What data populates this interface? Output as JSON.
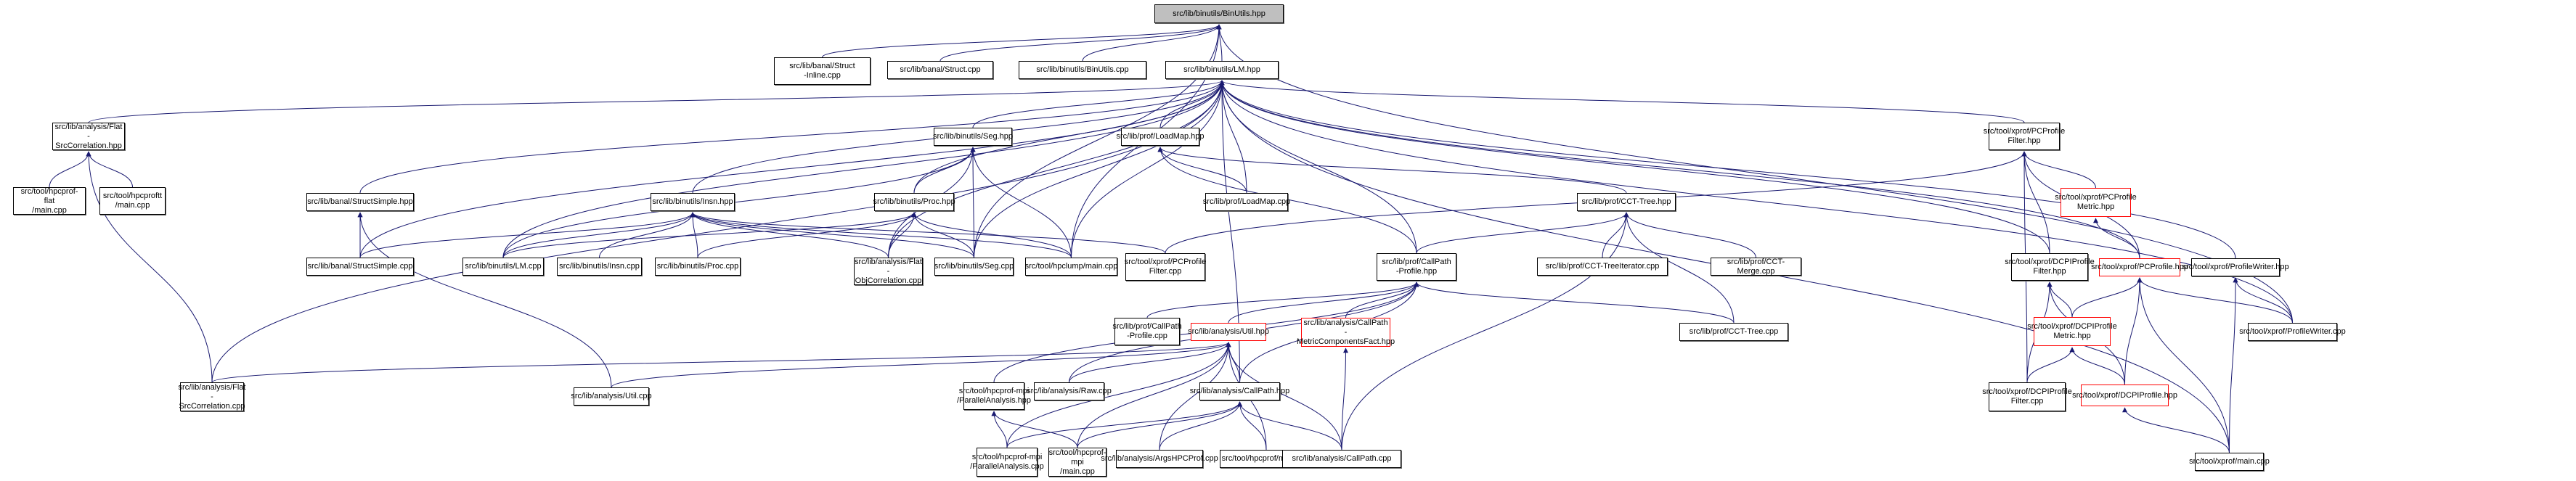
{
  "title": "Include dependency graph: src/lib/binutils/BinUtils.hpp",
  "colors": {
    "edge": "#191970",
    "red_border": "#ff0000",
    "root_fill": "#bfbfbf"
  },
  "nodes": [
    {
      "id": "binutils_hpp",
      "label": "src/lib/binutils/BinUtils.hpp",
      "style": "root"
    },
    {
      "id": "struct_inline",
      "label": "src/lib/banal/Struct\n-Inline.cpp"
    },
    {
      "id": "struct_cpp",
      "label": "src/lib/banal/Struct.cpp"
    },
    {
      "id": "binutils_cpp",
      "label": "src/lib/binutils/BinUtils.cpp"
    },
    {
      "id": "lm_hpp",
      "label": "src/lib/binutils/LM.hpp"
    },
    {
      "id": "flat_src_hpp",
      "label": "src/lib/analysis/Flat\n-SrcCorrelation.hpp"
    },
    {
      "id": "seg_hpp",
      "label": "src/lib/binutils/Seg.hpp"
    },
    {
      "id": "loadmap_hpp",
      "label": "src/lib/prof/LoadMap.hpp"
    },
    {
      "id": "pcpf_hpp",
      "label": "src/tool/xprof/PCProfile\nFilter.hpp"
    },
    {
      "id": "hpcprof_flat",
      "label": "src/tool/hpcprof-flat\n/main.cpp"
    },
    {
      "id": "hpcproftt",
      "label": "src/tool/hpcproftt\n/main.cpp"
    },
    {
      "id": "structsimple_hpp",
      "label": "src/lib/banal/StructSimple.hpp"
    },
    {
      "id": "insn_hpp",
      "label": "src/lib/binutils/Insn.hpp"
    },
    {
      "id": "proc_hpp",
      "label": "src/lib/binutils/Proc.hpp"
    },
    {
      "id": "loadmap_cpp",
      "label": "src/lib/prof/LoadMap.cpp"
    },
    {
      "id": "cct_tree_hpp",
      "label": "src/lib/prof/CCT-Tree.hpp"
    },
    {
      "id": "pcpmetric_hpp",
      "label": "src/tool/xprof/PCProfile\nMetric.hpp",
      "style": "red"
    },
    {
      "id": "structsimple_cpp",
      "label": "src/lib/banal/StructSimple.cpp"
    },
    {
      "id": "lm_cpp",
      "label": "src/lib/binutils/LM.cpp"
    },
    {
      "id": "insn_cpp",
      "label": "src/lib/binutils/Insn.cpp"
    },
    {
      "id": "proc_cpp",
      "label": "src/lib/binutils/Proc.cpp"
    },
    {
      "id": "flat_obj_cpp",
      "label": "src/lib/analysis/Flat\n-ObjCorrelation.cpp"
    },
    {
      "id": "seg_cpp",
      "label": "src/lib/binutils/Seg.cpp"
    },
    {
      "id": "hpclump_main",
      "label": "src/tool/hpclump/main.cpp"
    },
    {
      "id": "pcpf_cpp",
      "label": "src/tool/xprof/PCProfile\nFilter.cpp"
    },
    {
      "id": "callpath_profile_hpp",
      "label": "src/lib/prof/CallPath\n-Profile.hpp"
    },
    {
      "id": "cct_treeiter",
      "label": "src/lib/prof/CCT-TreeIterator.cpp"
    },
    {
      "id": "cct_merge",
      "label": "src/lib/prof/CCT-Merge.cpp"
    },
    {
      "id": "dcpi_filter_hpp",
      "label": "src/tool/xprof/DCPIProfile\nFilter.hpp"
    },
    {
      "id": "pcprofile_hpp",
      "label": "src/tool/xprof/PCProfile.hpp",
      "style": "red"
    },
    {
      "id": "profilewriter_hpp",
      "label": "src/tool/xprof/ProfileWriter.hpp"
    },
    {
      "id": "callpath_profile_cpp",
      "label": "src/lib/prof/CallPath\n-Profile.cpp"
    },
    {
      "id": "util_hpp",
      "label": "src/lib/analysis/Util.hpp",
      "style": "red"
    },
    {
      "id": "cpmcf_hpp",
      "label": "src/lib/analysis/CallPath\n-MetricComponentsFact.hpp",
      "style": "red"
    },
    {
      "id": "cct_tree_cpp",
      "label": "src/lib/prof/CCT-Tree.cpp"
    },
    {
      "id": "dcpi_metric_hpp",
      "label": "src/tool/xprof/DCPIProfile\nMetric.hpp",
      "style": "red"
    },
    {
      "id": "profilewriter_cpp",
      "label": "src/tool/xprof/ProfileWriter.cpp"
    },
    {
      "id": "flat_src_cpp",
      "label": "src/lib/analysis/Flat\n-SrcCorrelation.cpp"
    },
    {
      "id": "util_cpp",
      "label": "src/lib/analysis/Util.cpp"
    },
    {
      "id": "parallel_hpp",
      "label": "src/tool/hpcprof-mpi\n/ParallelAnalysis.hpp"
    },
    {
      "id": "raw_cpp",
      "label": "src/lib/analysis/Raw.cpp"
    },
    {
      "id": "callpath_hpp",
      "label": "src/lib/analysis/CallPath.hpp"
    },
    {
      "id": "dcpi_filter_cpp",
      "label": "src/tool/xprof/DCPIProfile\nFilter.cpp"
    },
    {
      "id": "dcpiprofile_hpp",
      "label": "src/tool/xprof/DCPIProfile.hpp",
      "style": "red"
    },
    {
      "id": "parallel_cpp",
      "label": "src/tool/hpcprof-mpi\n/ParallelAnalysis.cpp"
    },
    {
      "id": "mpi_main",
      "label": "src/tool/hpcprof-mpi\n/main.cpp"
    },
    {
      "id": "argshpcprof",
      "label": "src/lib/analysis/ArgsHPCProf.cpp"
    },
    {
      "id": "hpcprof_main",
      "label": "src/tool/hpcprof/main.cpp"
    },
    {
      "id": "callpath_cpp",
      "label": "src/lib/analysis/CallPath.cpp"
    },
    {
      "id": "xprof_main",
      "label": "src/tool/xprof/main.cpp"
    }
  ],
  "edges": [
    [
      "struct_inline",
      "binutils_hpp"
    ],
    [
      "struct_cpp",
      "binutils_hpp"
    ],
    [
      "binutils_cpp",
      "binutils_hpp"
    ],
    [
      "lm_hpp",
      "binutils_hpp"
    ],
    [
      "seg_cpp",
      "binutils_hpp"
    ],
    [
      "hpclump_main",
      "binutils_hpp"
    ],
    [
      "profilewriter_cpp",
      "binutils_hpp"
    ],
    [
      "flat_src_hpp",
      "lm_hpp"
    ],
    [
      "seg_hpp",
      "lm_hpp"
    ],
    [
      "loadmap_hpp",
      "lm_hpp"
    ],
    [
      "pcpf_hpp",
      "lm_hpp"
    ],
    [
      "structsimple_hpp",
      "lm_hpp"
    ],
    [
      "insn_hpp",
      "lm_hpp"
    ],
    [
      "proc_hpp",
      "lm_hpp"
    ],
    [
      "loadmap_cpp",
      "lm_hpp"
    ],
    [
      "structsimple_cpp",
      "lm_hpp"
    ],
    [
      "lm_cpp",
      "lm_hpp"
    ],
    [
      "flat_obj_cpp",
      "lm_hpp"
    ],
    [
      "seg_cpp",
      "lm_hpp"
    ],
    [
      "hpclump_main",
      "lm_hpp"
    ],
    [
      "callpath_profile_hpp",
      "lm_hpp"
    ],
    [
      "pcprofile_hpp",
      "lm_hpp"
    ],
    [
      "profilewriter_hpp",
      "lm_hpp"
    ],
    [
      "callpath_hpp",
      "lm_hpp"
    ],
    [
      "flat_src_cpp",
      "lm_hpp"
    ],
    [
      "xprof_main",
      "lm_hpp"
    ],
    [
      "profilewriter_cpp",
      "lm_hpp"
    ],
    [
      "dcpi_filter_hpp",
      "lm_hpp"
    ],
    [
      "hpcprof_flat",
      "flat_src_hpp"
    ],
    [
      "hpcproftt",
      "flat_src_hpp"
    ],
    [
      "flat_src_cpp",
      "flat_src_hpp"
    ],
    [
      "proc_hpp",
      "seg_hpp"
    ],
    [
      "lm_cpp",
      "seg_hpp"
    ],
    [
      "seg_cpp",
      "seg_hpp"
    ],
    [
      "hpclump_main",
      "seg_hpp"
    ],
    [
      "flat_obj_cpp",
      "seg_hpp"
    ],
    [
      "loadmap_cpp",
      "loadmap_hpp"
    ],
    [
      "callpath_profile_hpp",
      "loadmap_hpp"
    ],
    [
      "cct_tree_hpp",
      "loadmap_hpp"
    ],
    [
      "pcpmetric_hpp",
      "pcpf_hpp"
    ],
    [
      "dcpi_filter_hpp",
      "pcpf_hpp"
    ],
    [
      "pcprofile_hpp",
      "pcpf_hpp"
    ],
    [
      "dcpi_filter_cpp",
      "pcpf_hpp"
    ],
    [
      "pcpf_cpp",
      "pcpf_hpp"
    ],
    [
      "structsimple_cpp",
      "structsimple_hpp"
    ],
    [
      "util_cpp",
      "structsimple_hpp"
    ],
    [
      "structsimple_cpp",
      "insn_hpp"
    ],
    [
      "lm_cpp",
      "insn_hpp"
    ],
    [
      "insn_cpp",
      "insn_hpp"
    ],
    [
      "proc_cpp",
      "insn_hpp"
    ],
    [
      "flat_obj_cpp",
      "insn_hpp"
    ],
    [
      "seg_cpp",
      "insn_hpp"
    ],
    [
      "hpclump_main",
      "insn_hpp"
    ],
    [
      "pcpf_cpp",
      "insn_hpp"
    ],
    [
      "lm_cpp",
      "proc_hpp"
    ],
    [
      "proc_cpp",
      "proc_hpp"
    ],
    [
      "flat_obj_cpp",
      "proc_hpp"
    ],
    [
      "seg_cpp",
      "proc_hpp"
    ],
    [
      "hpclump_main",
      "proc_hpp"
    ],
    [
      "callpath_profile_hpp",
      "cct_tree_hpp"
    ],
    [
      "cct_treeiter",
      "cct_tree_hpp"
    ],
    [
      "cct_merge",
      "cct_tree_hpp"
    ],
    [
      "cct_tree_cpp",
      "cct_tree_hpp"
    ],
    [
      "callpath_cpp",
      "cct_tree_hpp"
    ],
    [
      "pcprofile_hpp",
      "pcpmetric_hpp"
    ],
    [
      "callpath_profile_cpp",
      "callpath_profile_hpp"
    ],
    [
      "util_hpp",
      "callpath_profile_hpp"
    ],
    [
      "cpmcf_hpp",
      "callpath_profile_hpp"
    ],
    [
      "cct_tree_cpp",
      "callpath_profile_hpp"
    ],
    [
      "callpath_hpp",
      "callpath_profile_hpp"
    ],
    [
      "raw_cpp",
      "callpath_profile_hpp"
    ],
    [
      "parallel_hpp",
      "callpath_profile_hpp"
    ],
    [
      "dcpi_metric_hpp",
      "dcpi_filter_hpp"
    ],
    [
      "dcpi_filter_cpp",
      "dcpi_filter_hpp"
    ],
    [
      "dcpiprofile_hpp",
      "dcpi_filter_hpp"
    ],
    [
      "dcpi_metric_hpp",
      "pcprofile_hpp"
    ],
    [
      "dcpiprofile_hpp",
      "pcprofile_hpp"
    ],
    [
      "profilewriter_cpp",
      "pcprofile_hpp"
    ],
    [
      "xprof_main",
      "pcprofile_hpp"
    ],
    [
      "profilewriter_cpp",
      "profilewriter_hpp"
    ],
    [
      "xprof_main",
      "profilewriter_hpp"
    ],
    [
      "flat_src_cpp",
      "util_hpp"
    ],
    [
      "util_cpp",
      "util_hpp"
    ],
    [
      "raw_cpp",
      "util_hpp"
    ],
    [
      "callpath_hpp",
      "util_hpp"
    ],
    [
      "parallel_cpp",
      "util_hpp"
    ],
    [
      "mpi_main",
      "util_hpp"
    ],
    [
      "argshpcprof",
      "util_hpp"
    ],
    [
      "hpcprof_main",
      "util_hpp"
    ],
    [
      "callpath_cpp",
      "util_hpp"
    ],
    [
      "callpath_cpp",
      "cpmcf_hpp"
    ],
    [
      "dcpi_filter_cpp",
      "dcpi_metric_hpp"
    ],
    [
      "dcpiprofile_hpp",
      "dcpi_metric_hpp"
    ],
    [
      "parallel_cpp",
      "parallel_hpp"
    ],
    [
      "mpi_main",
      "parallel_hpp"
    ],
    [
      "parallel_cpp",
      "callpath_hpp"
    ],
    [
      "mpi_main",
      "callpath_hpp"
    ],
    [
      "argshpcprof",
      "callpath_hpp"
    ],
    [
      "hpcprof_main",
      "callpath_hpp"
    ],
    [
      "callpath_cpp",
      "callpath_hpp"
    ],
    [
      "xprof_main",
      "dcpiprofile_hpp"
    ]
  ]
}
